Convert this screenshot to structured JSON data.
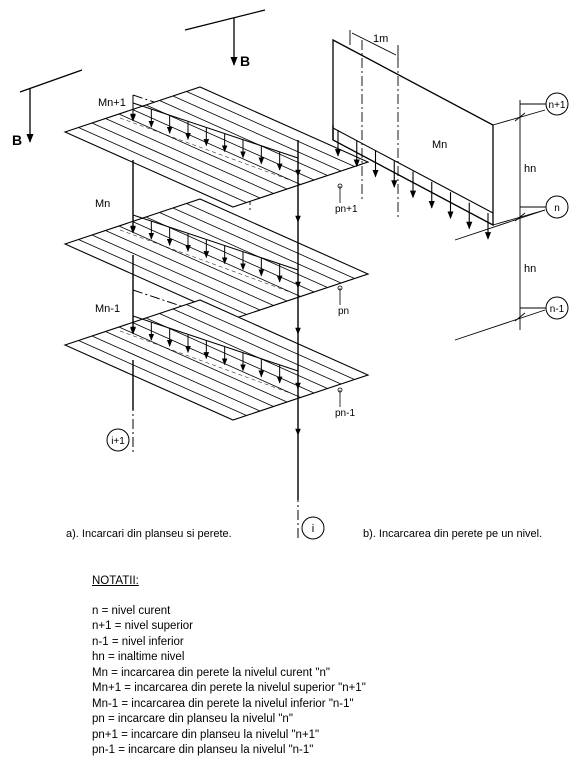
{
  "section_markers": {
    "b_left": "B",
    "b_top": "B"
  },
  "panel_a": {
    "label_m_top": "Mn+1",
    "label_m_mid": "Mn",
    "label_m_low": "Mn-1",
    "label_p_top": "pn+1",
    "label_p_mid": "pn",
    "label_p_low": "pn-1",
    "axis_left": "i+1",
    "axis_right": "i",
    "caption": "a). Incarcari din planseu si perete."
  },
  "panel_b": {
    "width_label": "1m",
    "load_label": "Mn",
    "height_top": "hn",
    "height_bottom": "hn",
    "level_top": "n+1",
    "level_mid": "n",
    "level_low": "n-1",
    "caption": "b). Incarcarea din perete pe un nivel."
  },
  "notes": {
    "heading": "NOTATII:",
    "items": [
      "n = nivel curent",
      "n+1 = nivel superior",
      "n-1 = nivel inferior",
      "hn = inaltime nivel",
      "Mn = incarcarea din perete la nivelul curent \"n\"",
      "Mn+1 = incarcarea din perete la nivelul superior \"n+1\"",
      "Mn-1 = incarcarea din perete la nivelul inferior \"n-1\"",
      "pn = incarcare din planseu la nivelul \"n\"",
      "pn+1 = incarcare din planseu la nivelul \"n+1\"",
      "pn-1 = incarcare din planseu la nivelul \"n-1\""
    ]
  }
}
